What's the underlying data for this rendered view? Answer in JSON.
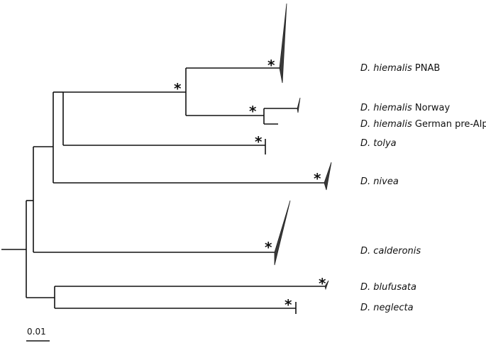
{
  "taxa": [
    {
      "genus": "D. hiemalis",
      "suffix": "PNAB"
    },
    {
      "genus": "D. hiemalis",
      "suffix": "Norway"
    },
    {
      "genus": "D. hiemalis",
      "suffix": "German pre-Alps"
    },
    {
      "genus": "D. tolya",
      "suffix": ""
    },
    {
      "genus": "D. nivea",
      "suffix": ""
    },
    {
      "genus": "D. calderonis",
      "suffix": ""
    },
    {
      "genus": "D. blufusata",
      "suffix": ""
    },
    {
      "genus": "D. neglecta",
      "suffix": ""
    }
  ],
  "support_marker": "*",
  "scale_bar": {
    "label": "0.01"
  }
}
